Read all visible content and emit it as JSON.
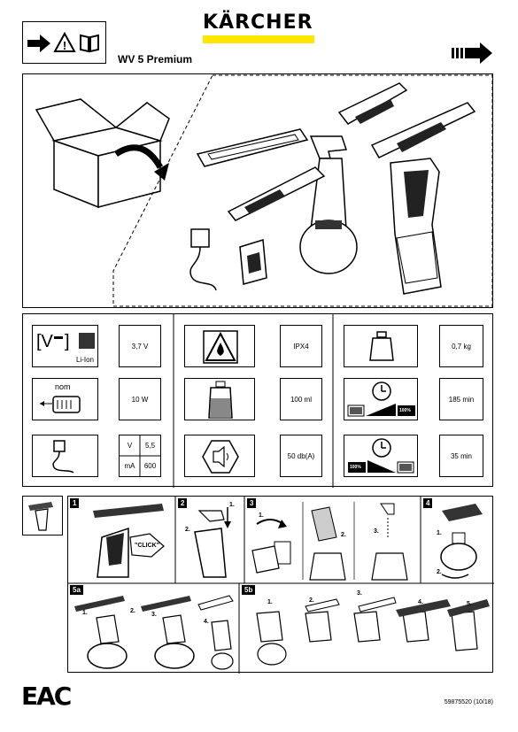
{
  "brand": "KÄRCHER",
  "product": "WV 5 Premium",
  "specs": {
    "battery_type": "Li-Ion",
    "voltage": "3,7 V",
    "power": "10 W",
    "charger_v_label": "V",
    "charger_v_value": "5,5",
    "charger_ma_label": "mA",
    "charger_ma_value": "600",
    "protection": "IPX4",
    "tank": "100 ml",
    "noise": "50 db(A)",
    "weight": "0,7 kg",
    "runtime": "185 min",
    "charge_time": "35 min",
    "battery_full": "100%",
    "nom": "nom"
  },
  "steps": {
    "s1": "1",
    "s2": "2",
    "s3": "3",
    "s4": "4",
    "s5a": "5a",
    "s5b": "5b",
    "click": "\"CLICK\"",
    "n1": "1.",
    "n2": "2.",
    "n3": "3.",
    "n4": "4.",
    "n5": "5."
  },
  "footer": "59875520 (10/18)",
  "eac": "EAC"
}
